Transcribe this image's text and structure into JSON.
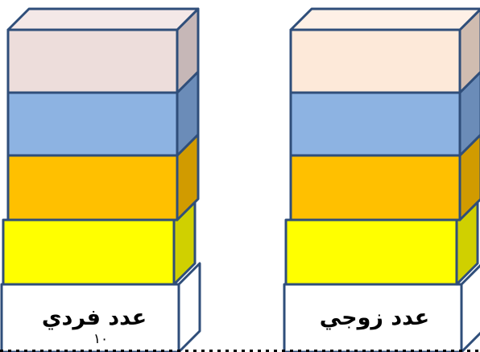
{
  "stacks": [
    {
      "id": "odd",
      "label": "عدد فردي",
      "blocks": [
        {
          "front": "#eddddb",
          "right": "#c6b7b7",
          "top": "#f4e8e7"
        },
        {
          "front": "#8db3e2",
          "right": "#6b8cb8",
          "top": "#a9c6ea"
        },
        {
          "front": "#ffc000",
          "right": "#d19b00",
          "top": "#ffd24d"
        },
        {
          "front": "#ffff00",
          "right": "#d0d000",
          "top": "#ffff66"
        },
        {
          "front": "#ffffff",
          "right": "#ffffff",
          "top": "#ffffff"
        }
      ]
    },
    {
      "id": "even",
      "label": "عدد زوجي",
      "blocks": [
        {
          "front": "#fde9d9",
          "right": "#d0bcb0",
          "top": "#fef0e6"
        },
        {
          "front": "#8db3e2",
          "right": "#6b8cb8",
          "top": "#a9c6ea"
        },
        {
          "front": "#ffc000",
          "right": "#d19b00",
          "top": "#ffd24d"
        },
        {
          "front": "#ffff00",
          "right": "#d0d000",
          "top": "#ffff66"
        },
        {
          "front": "#ffffff",
          "right": "#ffffff",
          "top": "#ffffff"
        }
      ]
    }
  ],
  "stroke_color": "#2f4e7a",
  "page_number": "١٠"
}
